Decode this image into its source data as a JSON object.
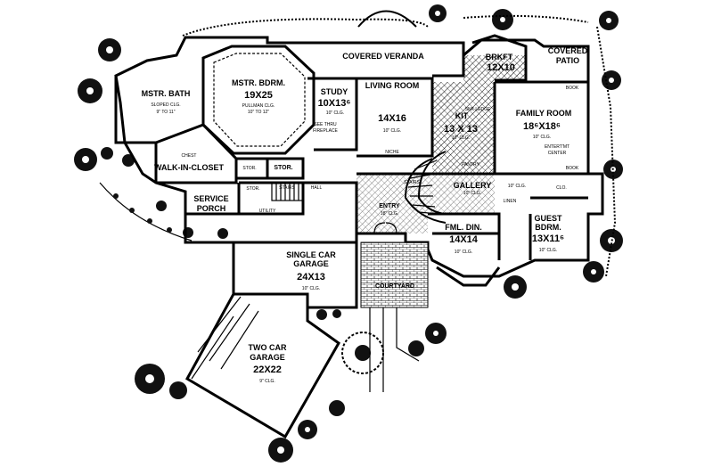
{
  "rooms": {
    "covered_veranda": {
      "name": "COVERED VERANDA"
    },
    "covered_patio": {
      "name1": "COVERED",
      "name2": "PATIO"
    },
    "brkfst": {
      "name": "BRKFT",
      "dim": "12X10"
    },
    "mstr_bath": {
      "name": "MSTR. BATH",
      "note1": "SLOPED CLG.",
      "note2": "9\" TO 11\""
    },
    "mstr_bdrm": {
      "name": "MSTR. BDRM.",
      "dim": "19X25",
      "note1": "PULLMAN CLG.",
      "note2": "10\" TO 12\""
    },
    "study": {
      "name": "STUDY",
      "dim": "10X13⁶",
      "note": "10\" CLG.",
      "note2": "SEE THRU",
      "note3": "FIREPLACE"
    },
    "living": {
      "name": "LIVING ROOM",
      "dim": "14X16",
      "note": "10\" CLG.",
      "niche": "NICHE"
    },
    "kit": {
      "name": "KIT",
      "dim": "13 X 13",
      "note": "10\" CLG.",
      "pantry": "PANTRY",
      "ledge": "SNK LEDGE"
    },
    "family": {
      "name": "FAMILY ROOM",
      "dim": "18⁶X18⁶",
      "note": "10\" CLG.",
      "book1": "BOOK",
      "book2": "BOOK",
      "ent1": "ENTERT'MT",
      "ent2": "CENTER"
    },
    "walkin": {
      "name": "WALK-IN-CLOSET",
      "chest": "CHEST"
    },
    "stor1": {
      "name": "STOR."
    },
    "stor2": {
      "name": "STOR."
    },
    "stor3": {
      "name": "STOR."
    },
    "stairs_back": {
      "name": "STAIRS"
    },
    "hall": {
      "name": "HALL"
    },
    "service": {
      "name1": "SERVICE",
      "name2": "PORCH"
    },
    "utility": {
      "name": "UTILITY"
    },
    "entry": {
      "name": "ENTRY",
      "note": "18\" CLG."
    },
    "stairs_main": {
      "name": "STAIRS"
    },
    "gallery": {
      "name": "GALLERY",
      "note": "10\" CLG."
    },
    "clg_hall": {
      "note": "10\" CLG."
    },
    "clo": {
      "name": "CLO."
    },
    "linen": {
      "name": "LINEN"
    },
    "fml_din": {
      "name": "FML. DIN.",
      "dim": "14X14",
      "note": "10\" CLG."
    },
    "guest": {
      "name": "GUEST",
      "name2": "BDRM.",
      "dim": "13X11⁶",
      "note": "10\" CLG."
    },
    "single_garage": {
      "name1": "SINGLE CAR",
      "name2": "GARAGE",
      "dim": "24X13",
      "note": "10\" CLG."
    },
    "courtyard": {
      "name": "COURTYARD"
    },
    "two_garage": {
      "name1": "TWO CAR",
      "name2": "GARAGE",
      "dim": "22X22",
      "note": "9\" CLG."
    }
  }
}
